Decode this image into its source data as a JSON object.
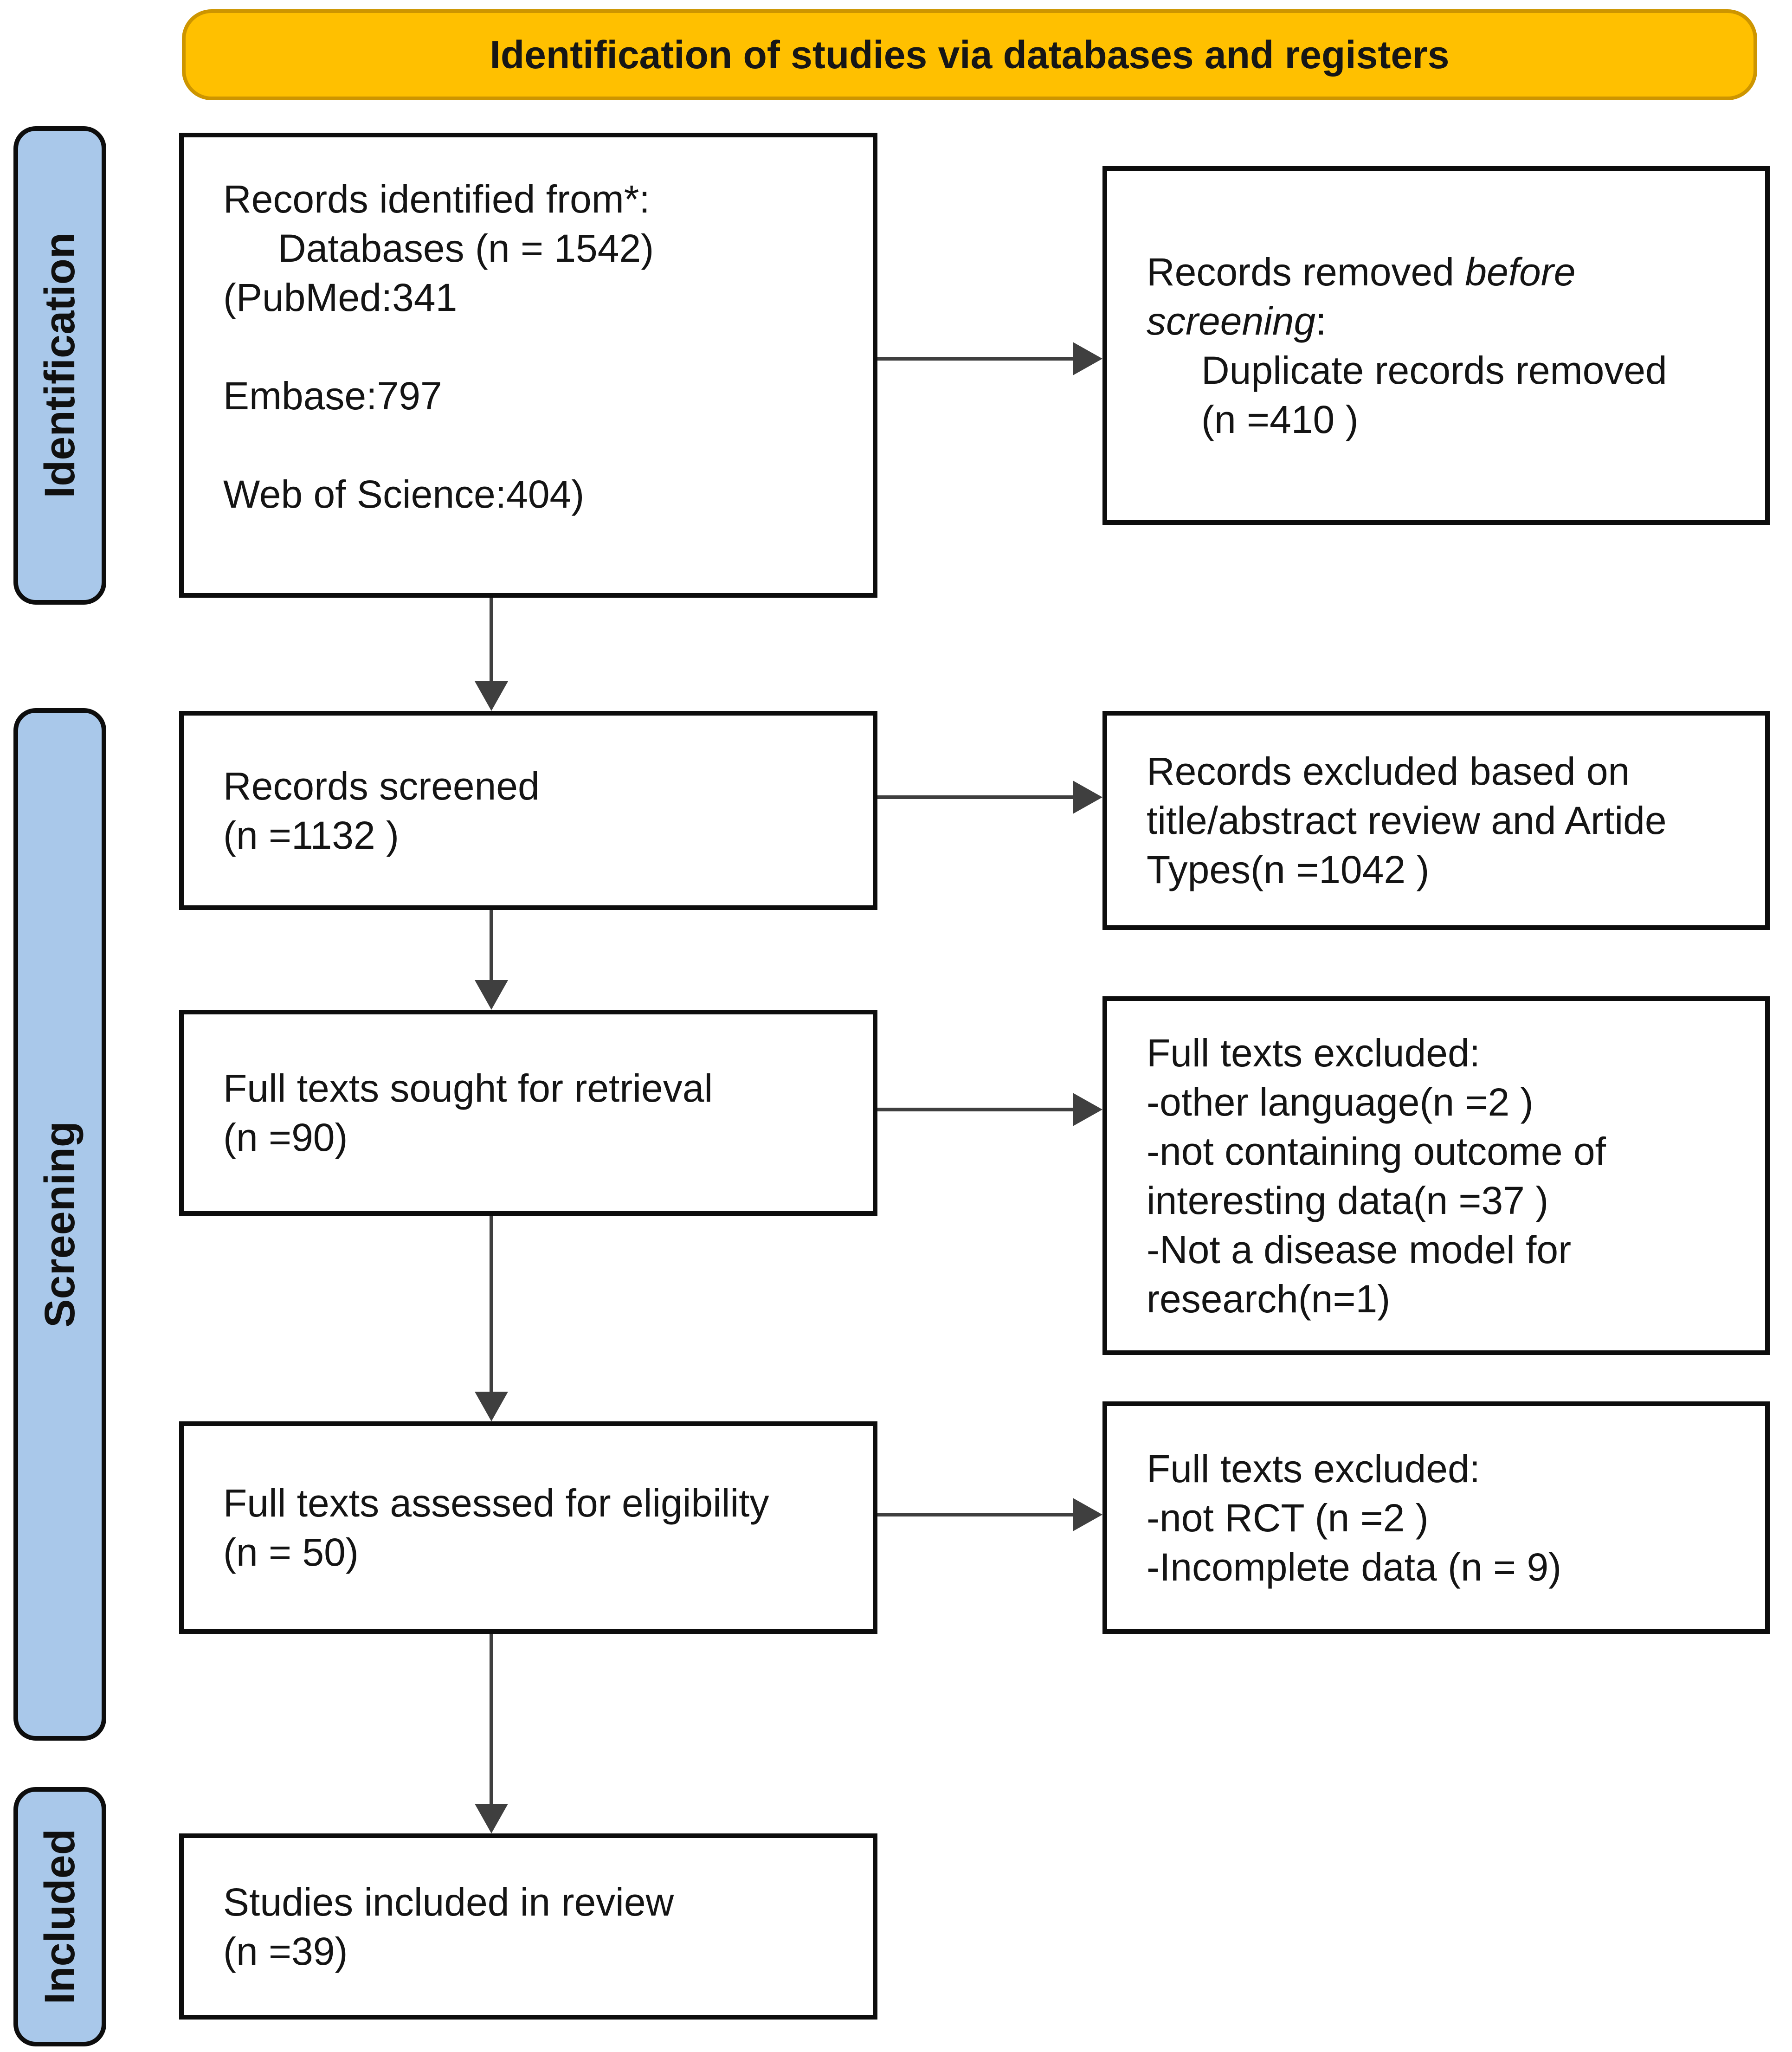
{
  "colors": {
    "banner_fill": "#FFC000",
    "banner_border": "#CD9500",
    "sidebar_fill": "#A9C8EA",
    "arrow": "#3F3F3F"
  },
  "banner": {
    "title": "Identification of studies via databases and registers"
  },
  "sidebar": {
    "identification": "Identification",
    "screening": "Screening",
    "included": "Included"
  },
  "boxes": {
    "identified": {
      "lines": [
        "Records identified from*:",
        "Databases (n = 1542)",
        "(PubMed:341",
        "",
        "Embase:797",
        "",
        "Web of Science:404)"
      ]
    },
    "removed": {
      "l0_a": "Records removed ",
      "l0_b": "before",
      "l1_a": "screening",
      "l1_b": ":",
      "l2": "Duplicate records removed",
      "l3": "(n =410 )"
    },
    "screened": {
      "lines": [
        "Records screened",
        "(n =1132 )"
      ]
    },
    "excluded_screen": {
      "lines": [
        "Records excluded based on",
        "title/abstract review and Artide",
        "Types(n =1042 )"
      ]
    },
    "sought": {
      "lines": [
        "Full texts sought for retrieval",
        "(n =90)"
      ]
    },
    "excluded_retrieval": {
      "lines": [
        "Full texts excluded:",
        "-other language(n =2 )",
        "-not containing outcome of",
        "interesting data(n =37 )",
        "-Not a disease model for",
        "research(n=1)"
      ]
    },
    "assessed": {
      "lines": [
        "Full texts assessed for eligibility",
        "(n = 50)"
      ]
    },
    "excluded_eligibility": {
      "lines": [
        "Full texts excluded:",
        "-not RCT (n =2 )",
        "-Incomplete data (n = 9)"
      ]
    },
    "included": {
      "lines": [
        "Studies included in review",
        "(n =39)"
      ]
    }
  }
}
